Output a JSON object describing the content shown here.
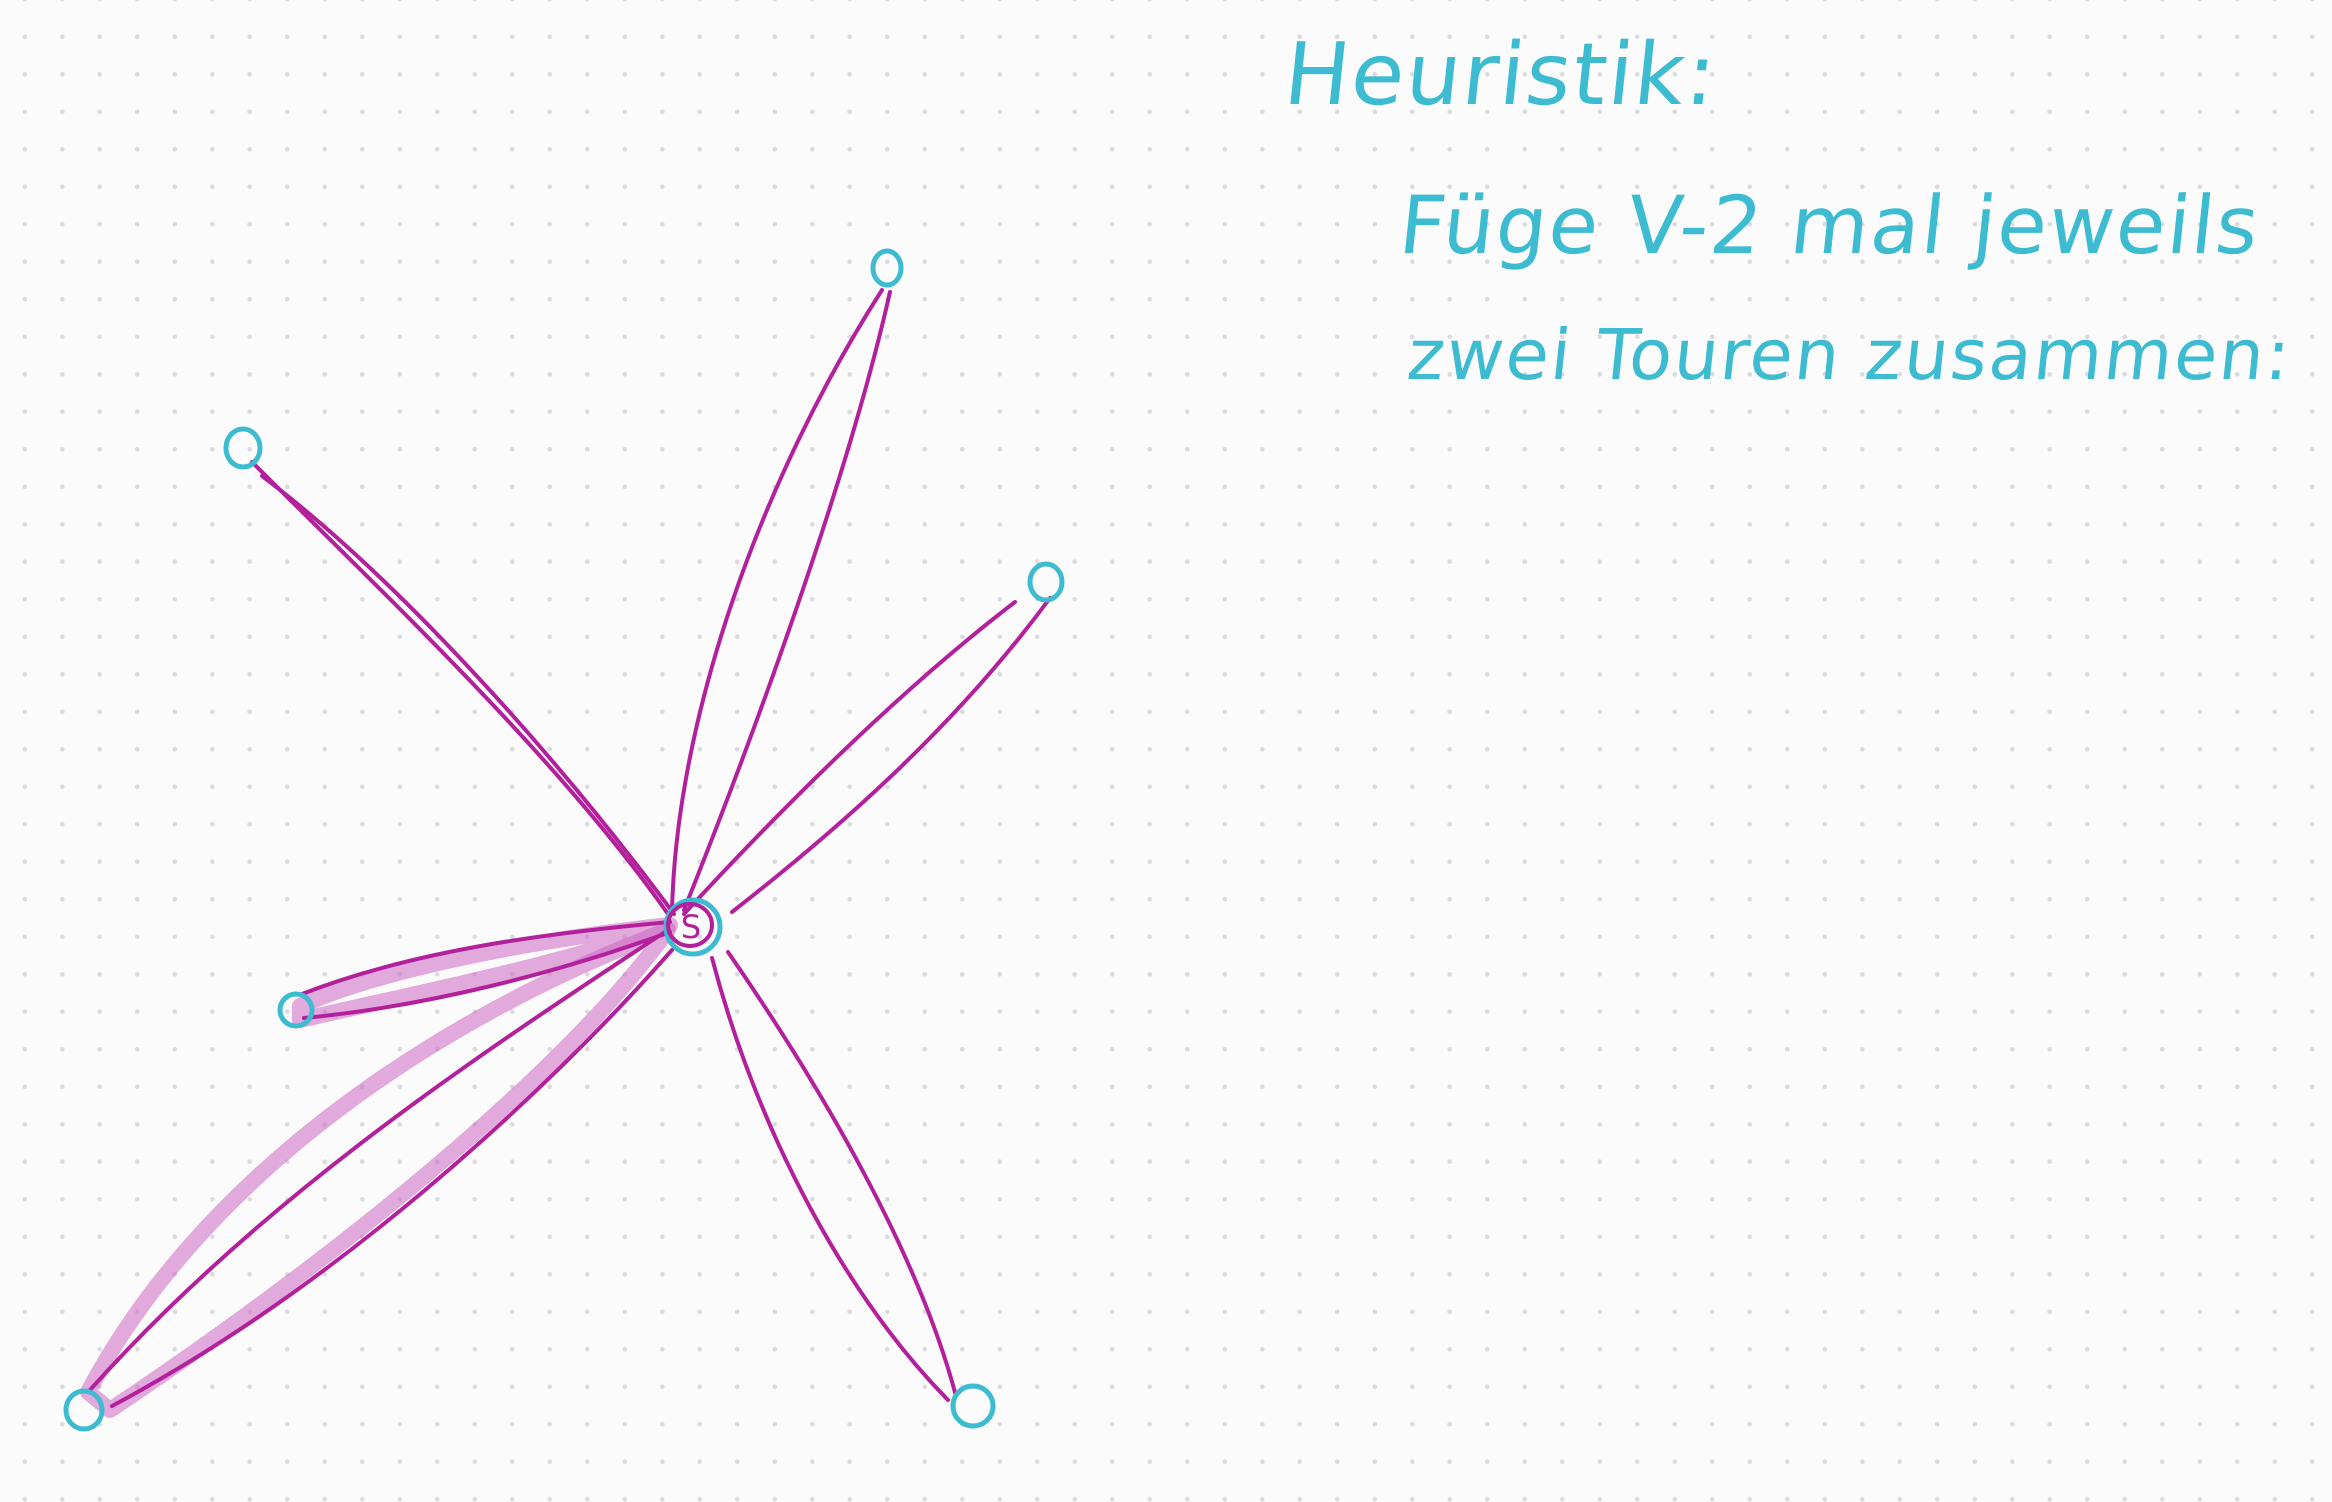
{
  "notes": {
    "title": "Heuristik:",
    "line1": "Füge V-2 mal jeweils",
    "line2": "zwei Touren zusammen:"
  },
  "depot": {
    "label": "S"
  },
  "colors": {
    "ink_cyan": "#3dbbd0",
    "ink_magenta": "#b3209b",
    "highlight_magenta": "#cc66c2",
    "background": "#fbfbfb",
    "grid_dot": "#d9dbde"
  },
  "diagram": {
    "node_count": 7,
    "tour_count": 6,
    "highlighted_tours": [
      "tour-left",
      "tour-bottom-left"
    ]
  }
}
